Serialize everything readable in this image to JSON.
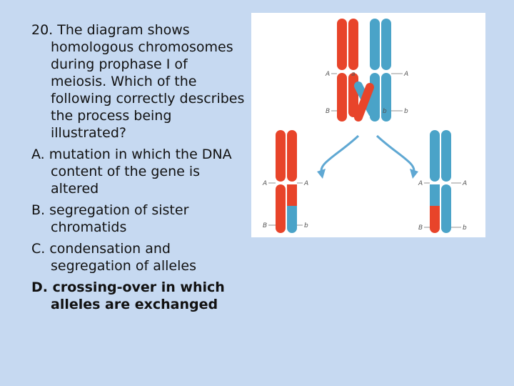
{
  "question": {
    "stem": "20. The diagram shows homologous chromosomes during prophase I of meiosis. Which of the following correctly describes the process being illustrated?",
    "options": [
      {
        "letter": "A.",
        "text": "mutation in which the DNA content of the gene is altered",
        "bold": false
      },
      {
        "letter": "B.",
        "text": "segregation of sister chromatids",
        "bold": false
      },
      {
        "letter": "C.",
        "text": "condensation and segregation of alleles",
        "bold": false
      },
      {
        "letter": "D.",
        "text": "crossing-over in which alleles are exchanged",
        "bold": true
      }
    ]
  },
  "figure": {
    "labels": {
      "top_left_upper": "A",
      "top_a": "a",
      "top_right_upper": "A",
      "top_left_lower": "B",
      "top_b": "b",
      "top_right_lower": "b",
      "left_upper": "A",
      "left_upper_right": "A",
      "left_lower": "B",
      "left_lower_right": "b",
      "right_upper": "A",
      "right_upper_right": "A",
      "right_lower": "B",
      "right_lower_right": "b"
    },
    "colors": {
      "red": "#e8442a",
      "blue": "#4aa3c8",
      "arrow": "#5fa8d3"
    }
  }
}
